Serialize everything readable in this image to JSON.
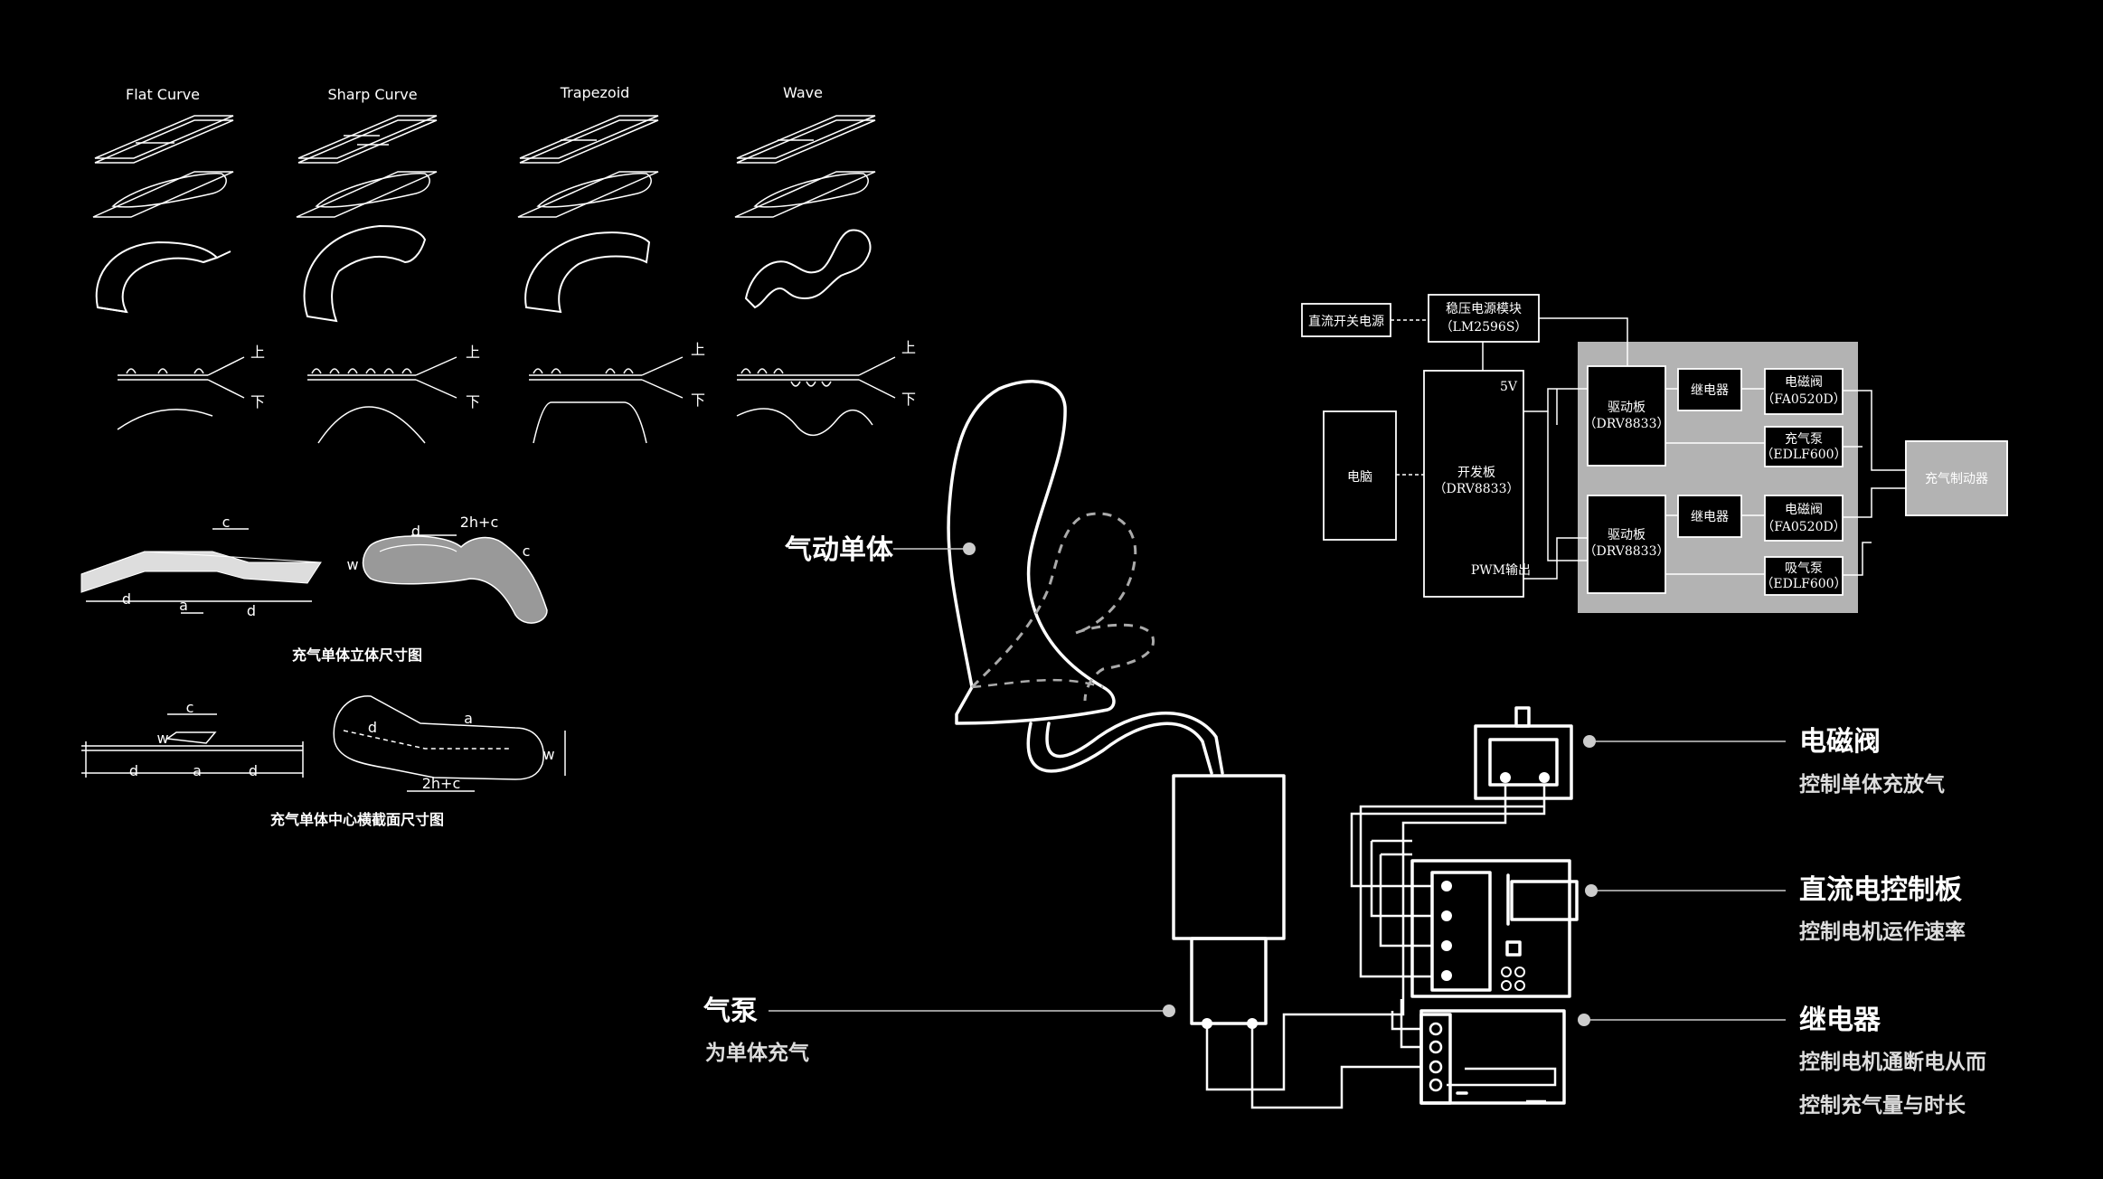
{
  "shape_types": [
    {
      "label": "Flat Curve"
    },
    {
      "label": "Sharp Curve"
    },
    {
      "label": "Trapezoid"
    },
    {
      "label": "Wave"
    }
  ],
  "side_labels": {
    "up": "上",
    "down": "下"
  },
  "dimension_captions": {
    "three_d": "充气单体立体尺寸图",
    "cross_section": "充气单体中心横截面尺寸图"
  },
  "dimension_letters": {
    "a": "a",
    "c": "c",
    "d": "d",
    "w": "w",
    "sum": "2h+c"
  },
  "block_diagram": {
    "dc_power": "直流开关电源",
    "regulator": "稳压电源模块",
    "regulator_model": "（LM2596S）",
    "computer": "电脑",
    "dev_board": "开发板",
    "dev_board_model": "（DRV8833）",
    "v5": "5V",
    "pwm": "PWM输出",
    "driver1": "驱动板",
    "driver1_model": "（DRV8833）",
    "driver2": "驱动板",
    "driver2_model": "（DRV8833）",
    "relay1": "继电器",
    "relay2": "继电器",
    "valve1": "电磁阀",
    "valve1_model": "（FA0520D）",
    "pump1": "充气泵",
    "pump1_model": "（EDLF600）",
    "valve2": "电磁阀",
    "valve2_model": "（FA0520D）",
    "pump2": "吸气泵",
    "pump2_model": "（EDLF600）",
    "actuator": "充气制动器"
  },
  "callouts": {
    "pneumatic_unit": "气动单体",
    "air_pump": "气泵",
    "air_pump_desc": "为单体充气",
    "solenoid": "电磁阀",
    "solenoid_desc": "控制单体充放气",
    "dc_board": "直流电控制板",
    "dc_board_desc": "控制电机运作速率",
    "relay": "继电器",
    "relay_desc1": "控制电机通断电从而",
    "relay_desc2": "控制充气量与时长"
  },
  "colors": {
    "background": "#000000",
    "line": "#ffffff",
    "panel_gray": "#b3b3b3"
  }
}
